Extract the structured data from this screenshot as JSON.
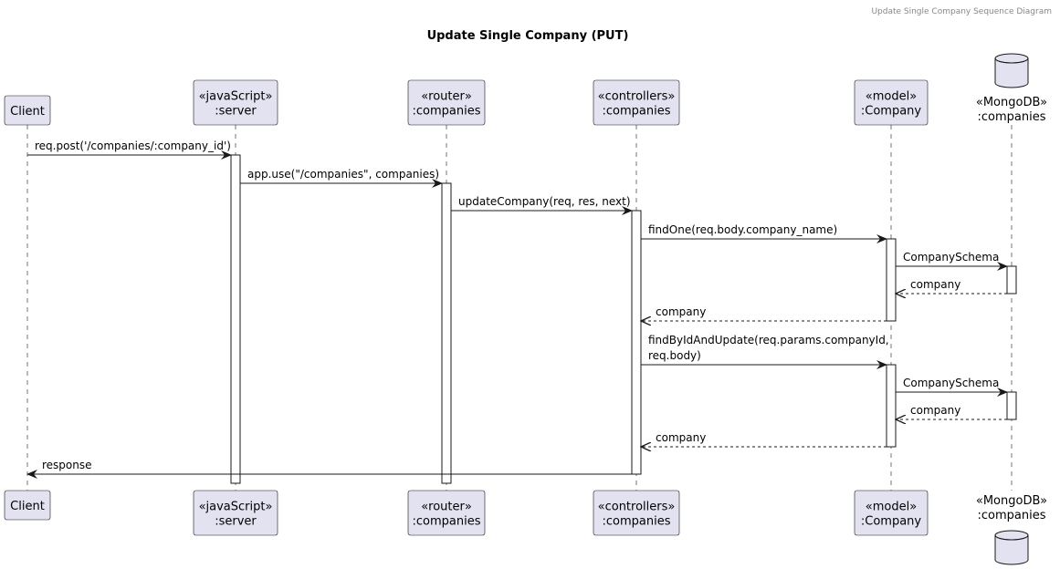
{
  "header": {
    "text": "Update Single Company Sequence Diagram"
  },
  "title": "Update Single Company (PUT)",
  "colors": {
    "participant_fill": "#E2E2F0",
    "participant_stroke": "#181818",
    "lifeline": "#181818",
    "activation_fill": "#FFFFFF",
    "arrow": "#181818"
  },
  "participants": [
    {
      "id": "client",
      "lines": [
        "Client"
      ],
      "kind": "participant"
    },
    {
      "id": "server",
      "lines": [
        "«javaScript»",
        ":server"
      ],
      "kind": "participant"
    },
    {
      "id": "router",
      "lines": [
        "«router»",
        ":companies"
      ],
      "kind": "participant"
    },
    {
      "id": "controllers",
      "lines": [
        "«controllers»",
        ":companies"
      ],
      "kind": "participant"
    },
    {
      "id": "model",
      "lines": [
        "«model»",
        ":Company"
      ],
      "kind": "participant"
    },
    {
      "id": "mongodb",
      "lines": [
        "«MongoDB»",
        ":companies"
      ],
      "kind": "database"
    }
  ],
  "messages": [
    {
      "from": "client",
      "to": "server",
      "lines": [
        "req.post('/companies/:company_id')"
      ],
      "style": "solid"
    },
    {
      "from": "server",
      "to": "router",
      "lines": [
        "app.use(\"/companies\", companies)"
      ],
      "style": "solid"
    },
    {
      "from": "router",
      "to": "controllers",
      "lines": [
        "updateCompany(req, res, next)"
      ],
      "style": "solid"
    },
    {
      "from": "controllers",
      "to": "model",
      "lines": [
        "findOne(req.body.company_name)"
      ],
      "style": "solid"
    },
    {
      "from": "model",
      "to": "mongodb",
      "lines": [
        "CompanySchema"
      ],
      "style": "solid"
    },
    {
      "from": "mongodb",
      "to": "model",
      "lines": [
        "company"
      ],
      "style": "dashed"
    },
    {
      "from": "model",
      "to": "controllers",
      "lines": [
        "company"
      ],
      "style": "dashed"
    },
    {
      "from": "controllers",
      "to": "model",
      "lines": [
        "findByIdAndUpdate(req.params.companyId,",
        "req.body)"
      ],
      "style": "solid"
    },
    {
      "from": "model",
      "to": "mongodb",
      "lines": [
        "CompanySchema"
      ],
      "style": "solid"
    },
    {
      "from": "mongodb",
      "to": "model",
      "lines": [
        "company"
      ],
      "style": "dashed"
    },
    {
      "from": "model",
      "to": "controllers",
      "lines": [
        "company"
      ],
      "style": "dashed"
    },
    {
      "from": "controllers",
      "to": "client",
      "lines": [
        "response"
      ],
      "style": "solid"
    }
  ],
  "activations": [
    {
      "on": "server",
      "from_msg": 0,
      "to_msg": 11
    },
    {
      "on": "router",
      "from_msg": 1,
      "to_msg": 11
    },
    {
      "on": "controllers",
      "from_msg": 2,
      "to_msg": 11
    },
    {
      "on": "model",
      "from_msg": 3,
      "to_msg": 6
    },
    {
      "on": "mongodb",
      "from_msg": 4,
      "to_msg": 5
    },
    {
      "on": "model",
      "from_msg": 7,
      "to_msg": 10
    },
    {
      "on": "mongodb",
      "from_msg": 8,
      "to_msg": 9
    }
  ]
}
